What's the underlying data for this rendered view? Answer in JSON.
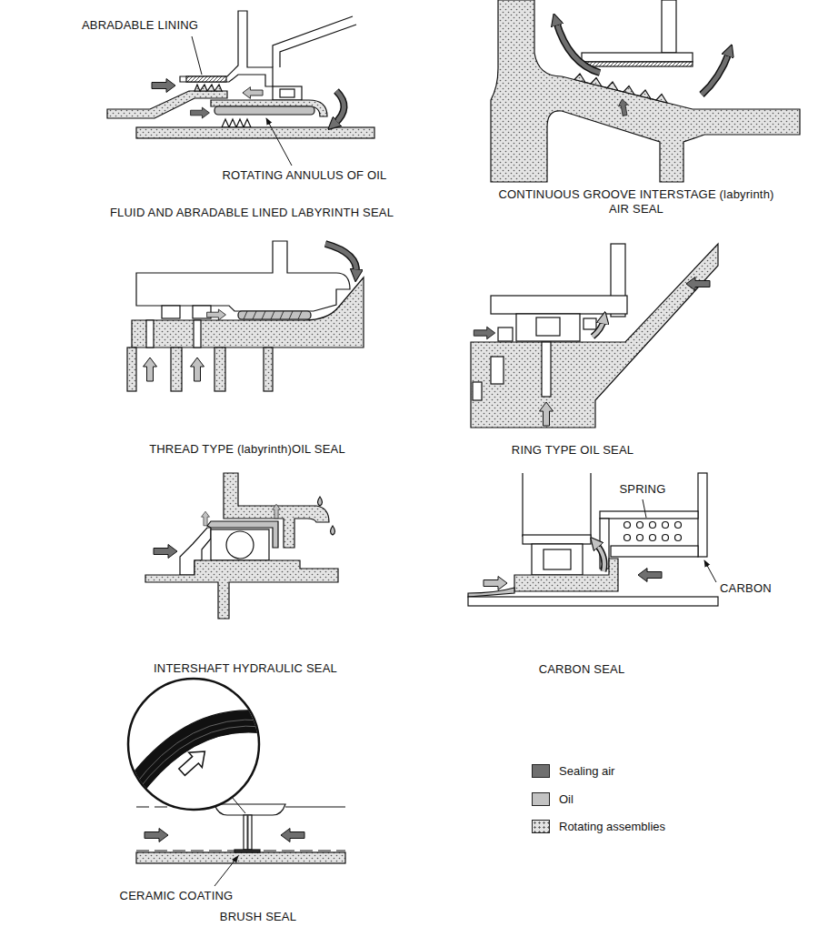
{
  "diagram": {
    "labels": [
      "ABRADABLE LINING",
      "ROTATING ANNULUS OF OIL",
      "FLUID AND ABRADABLE LINED LABYRINTH SEAL",
      "CONTINUOUS GROOVE INTERSTAGE (labyrinth) AIR SEAL",
      "THREAD TYPE (labyrinth)OIL SEAL",
      "RING TYPE OIL SEAL",
      "INTERSHAFT HYDRAULIC SEAL",
      "SPRING",
      "CARBON",
      "CARBON SEAL",
      "CERAMIC COATING",
      "BRUSH SEAL"
    ],
    "legend": [
      {
        "text": "Sealing air",
        "color": "#6f6f6f"
      },
      {
        "text": "Oil",
        "color": "#c2c2c2"
      },
      {
        "text": "Rotating assemblies"
      }
    ]
  }
}
